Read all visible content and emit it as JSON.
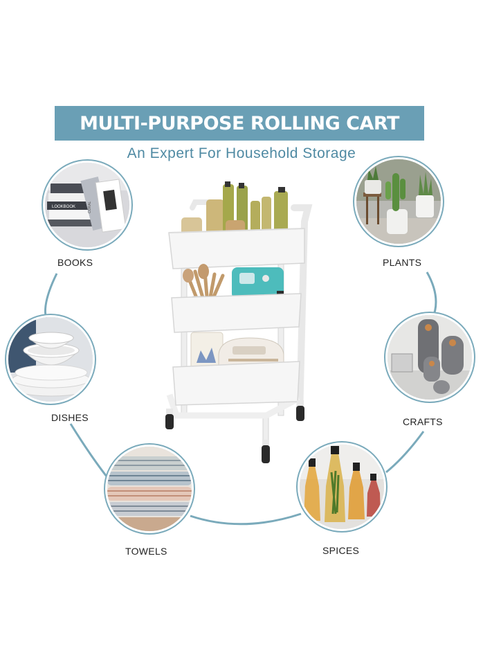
{
  "banner": {
    "title": "MULTI-PURPOSE ROLLING CART"
  },
  "subtitle": "An Expert For Household Storage",
  "categories": {
    "books": {
      "label": "BOOKS",
      "book_text": [
        "LOOKBOOK",
        "CORAL"
      ]
    },
    "plants": {
      "label": "PLANTS"
    },
    "dishes": {
      "label": "DISHES"
    },
    "crafts": {
      "label": "CRAFTS"
    },
    "towels": {
      "label": "TOWELS"
    },
    "spices": {
      "label": "SPICES"
    }
  },
  "colors": {
    "banner": "#6a9fb5",
    "subtitle": "#4f8aa3",
    "connector": "#7aaabb",
    "cart": "#f4f4f4"
  },
  "icons": [
    "rolling-cart",
    "books-photo",
    "plants-photo",
    "dishes-photo",
    "crafts-photo",
    "towels-photo",
    "spices-photo"
  ]
}
